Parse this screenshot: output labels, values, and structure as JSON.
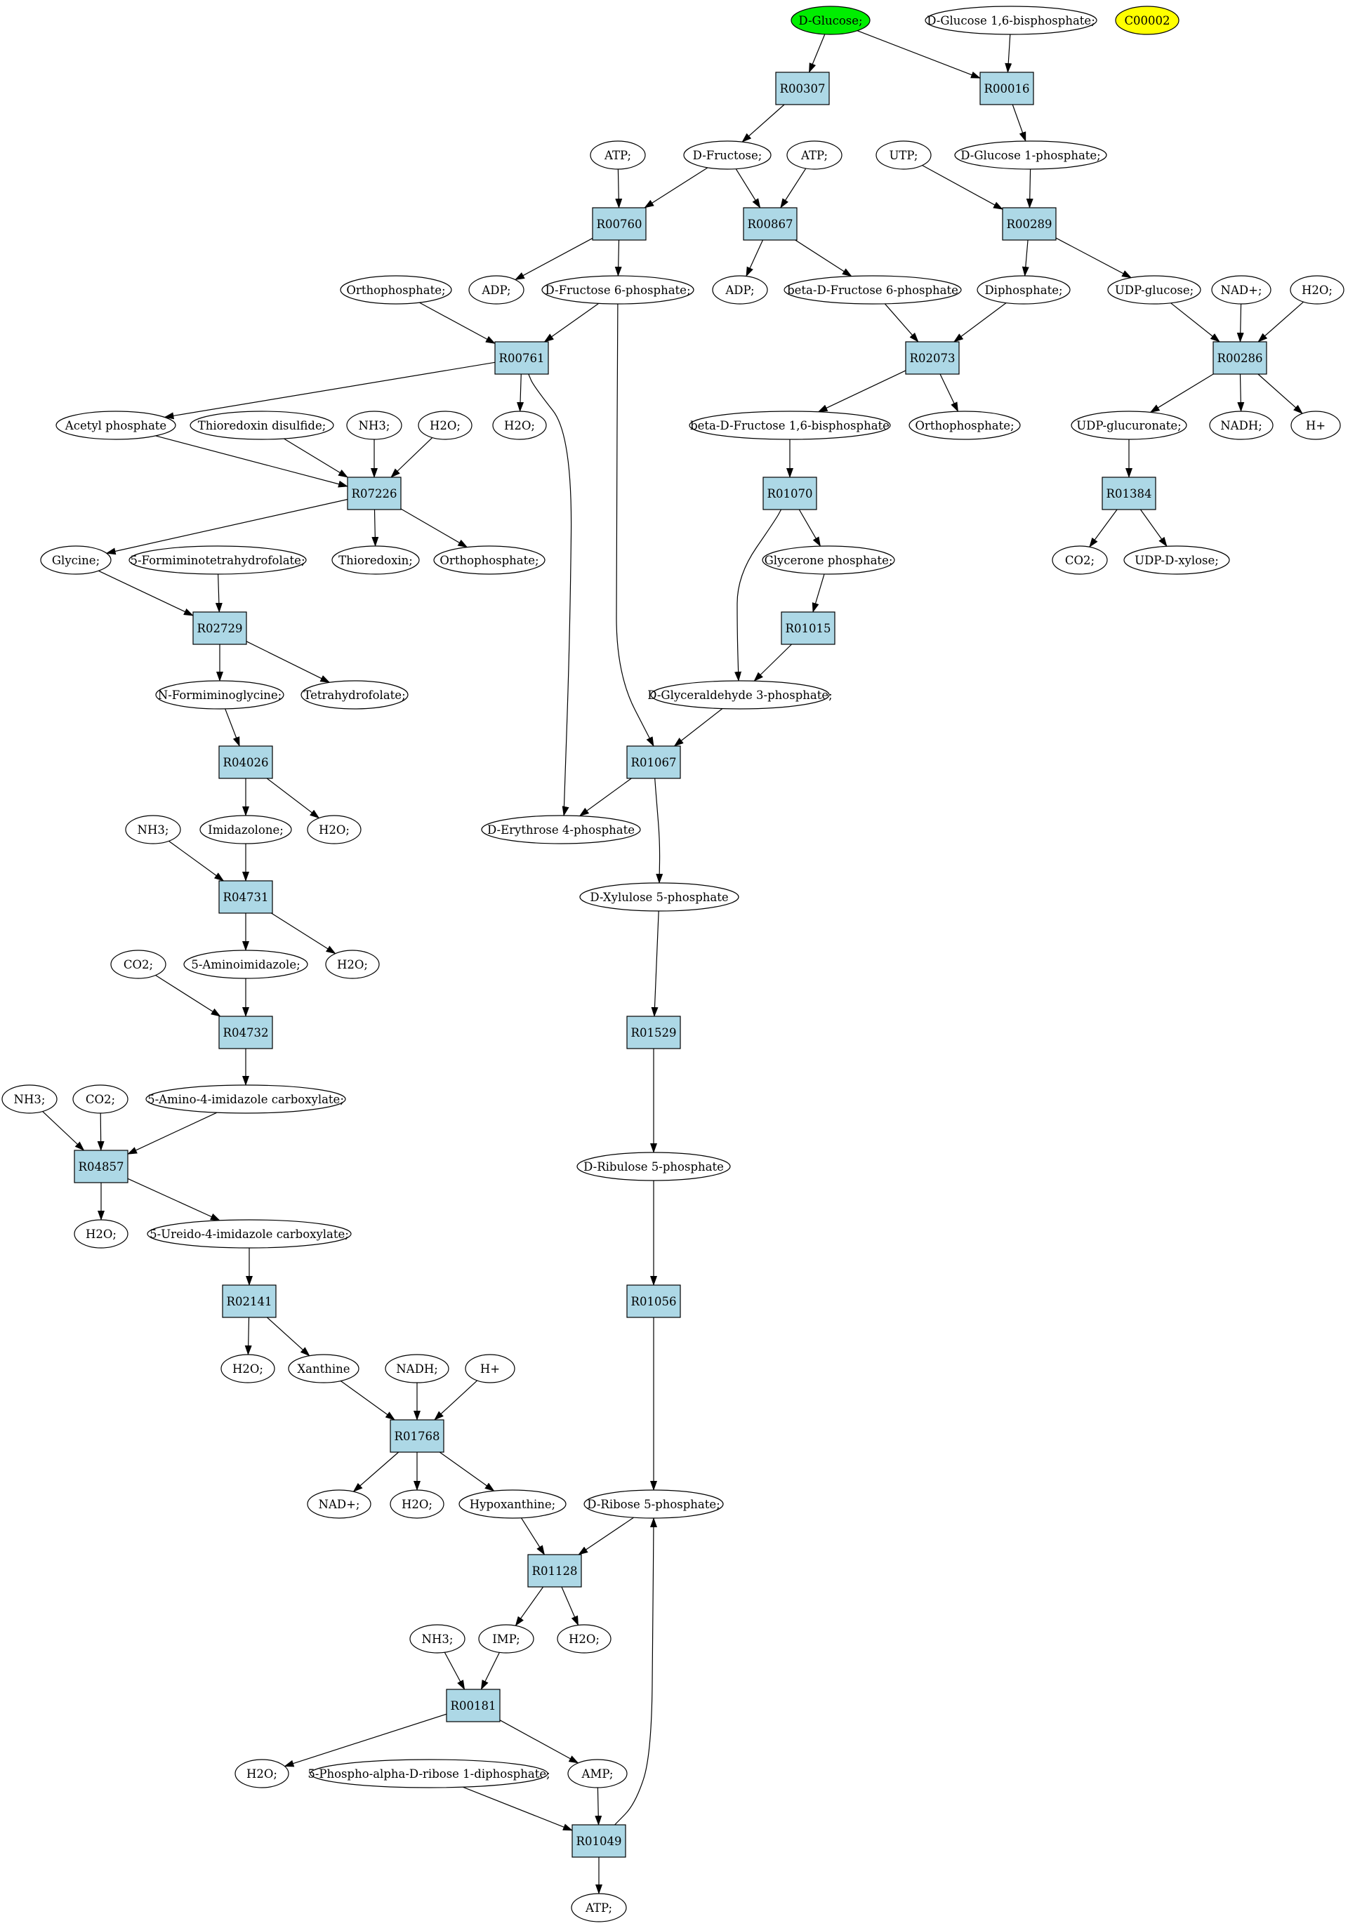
{
  "colors": {
    "reaction_fill": "#ADD8E6",
    "compound_fill": "#FFFFFF",
    "highlight_green": "#00EE00",
    "highlight_yellow": "#FFFF00",
    "stroke": "#000000"
  },
  "nodes": {
    "glc": "D-Glucose;",
    "glc16bp": "D-Glucose 1,6-bisphosphate;",
    "c00002": "C00002",
    "R00307": "R00307",
    "R00016": "R00016",
    "atp1": "ATP;",
    "fru": "D-Fructose;",
    "atp2": "ATP;",
    "utp": "UTP;",
    "g1p": "D-Glucose 1-phosphate;",
    "R00760": "R00760",
    "R00867": "R00867",
    "R00289": "R00289",
    "ortho1": "Orthophosphate;",
    "adp1": "ADP;",
    "f6p": "D-Fructose 6-phosphate;",
    "adp2": "ADP;",
    "bf6p": "beta-D-Fructose 6-phosphate",
    "diphos": "Diphosphate;",
    "udpglc": "UDP-glucose;",
    "nad1": "NAD+;",
    "h2o1": "H2O;",
    "R00761": "R00761",
    "R02073": "R02073",
    "R00286": "R00286",
    "acp": "Acetyl phosphate",
    "trxss": "Thioredoxin disulfide;",
    "nh3a": "NH3;",
    "h2o2": "H2O;",
    "h2o3": "H2O;",
    "bf16bp": "beta-D-Fructose 1,6-bisphosphate",
    "ortho2": "Orthophosphate;",
    "udpglcur": "UDP-glucuronate;",
    "nadh1": "NADH;",
    "hplus1": "H+",
    "R07226": "R07226",
    "R01070": "R01070",
    "R01384": "R01384",
    "gly": "Glycine;",
    "fthf": "5-Formiminotetrahydrofolate;",
    "trx": "Thioredoxin;",
    "ortho3": "Orthophosphate;",
    "dhap": "Glycerone phosphate;",
    "co2a": "CO2;",
    "udpxyl": "UDP-D-xylose;",
    "R02729": "R02729",
    "R01015": "R01015",
    "nfgly": "N-Formiminoglycine;",
    "thf": "Tetrahydrofolate;",
    "gap": "D-Glyceraldehyde 3-phosphate;",
    "R04026": "R04026",
    "R01067": "R01067",
    "nh3b": "NH3;",
    "imid": "Imidazolone;",
    "h2o4": "H2O;",
    "e4p": "D-Erythrose 4-phosphate",
    "R04731": "R04731",
    "x5p": "D-Xylulose 5-phosphate",
    "co2b": "CO2;",
    "aimid": "5-Aminoimidazole;",
    "h2o5": "H2O;",
    "R04732": "R04732",
    "R01529": "R01529",
    "aic": "5-Amino-4-imidazole carboxylate;",
    "nh3c": "NH3;",
    "co2c": "CO2;",
    "R04857": "R04857",
    "ru5p": "D-Ribulose 5-phosphate",
    "h2o6": "H2O;",
    "uic": "5-Ureido-4-imidazole carboxylate;",
    "R02141": "R02141",
    "R01056": "R01056",
    "h2o7": "H2O;",
    "xan": "Xanthine",
    "nadh2": "NADH;",
    "hplus2": "H+",
    "R01768": "R01768",
    "nad2": "NAD+;",
    "h2o8": "H2O;",
    "hyp": "Hypoxanthine;",
    "r5p": "D-Ribose 5-phosphate;",
    "R01128": "R01128",
    "nh3d": "NH3;",
    "imp": "IMP;",
    "h2o9": "H2O;",
    "R00181": "R00181",
    "h2o10": "H2O;",
    "prpp": "5-Phospho-alpha-D-ribose 1-diphosphate;",
    "amp": "AMP;",
    "R01049": "R01049",
    "atp3": "ATP;"
  }
}
